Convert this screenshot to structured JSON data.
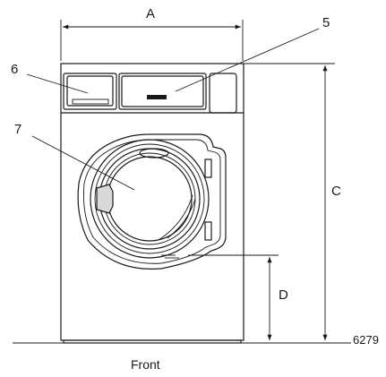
{
  "labels": {
    "dim_a": "A",
    "dim_c": "C",
    "dim_d": "D",
    "part_5": "5",
    "part_6": "6",
    "part_7": "7"
  },
  "figure_code": "6279",
  "caption": "Front"
}
